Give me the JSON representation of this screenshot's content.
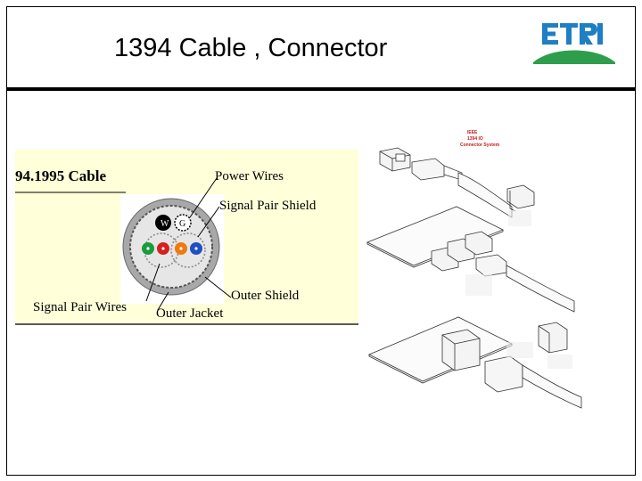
{
  "slide": {
    "title": "1394 Cable , Connector"
  },
  "logo": {
    "text": "ETRI",
    "icon": "etri-logo"
  },
  "cable_figure": {
    "title": "94.1995 Cable",
    "labels": {
      "power_wires": "Power Wires",
      "signal_pair_shield": "Signal Pair Shield",
      "outer_shield": "Outer Shield",
      "signal_pair_wires": "Signal Pair Wires",
      "outer_jacket": "Outer Jacket"
    },
    "wire_marks": [
      "W",
      "G"
    ]
  },
  "colors": {
    "panel_background": "#ffffd9",
    "logo_blue": "#1f7fc4",
    "logo_green": "#2e9e4c",
    "wire_green": "#1a9c3a",
    "wire_red": "#d42020",
    "wire_orange": "#ee7a10",
    "wire_blue": "#2050c0"
  },
  "connector_figure": {
    "title_lines": [
      "IEEE",
      "1394 IO",
      "Connector System"
    ]
  }
}
